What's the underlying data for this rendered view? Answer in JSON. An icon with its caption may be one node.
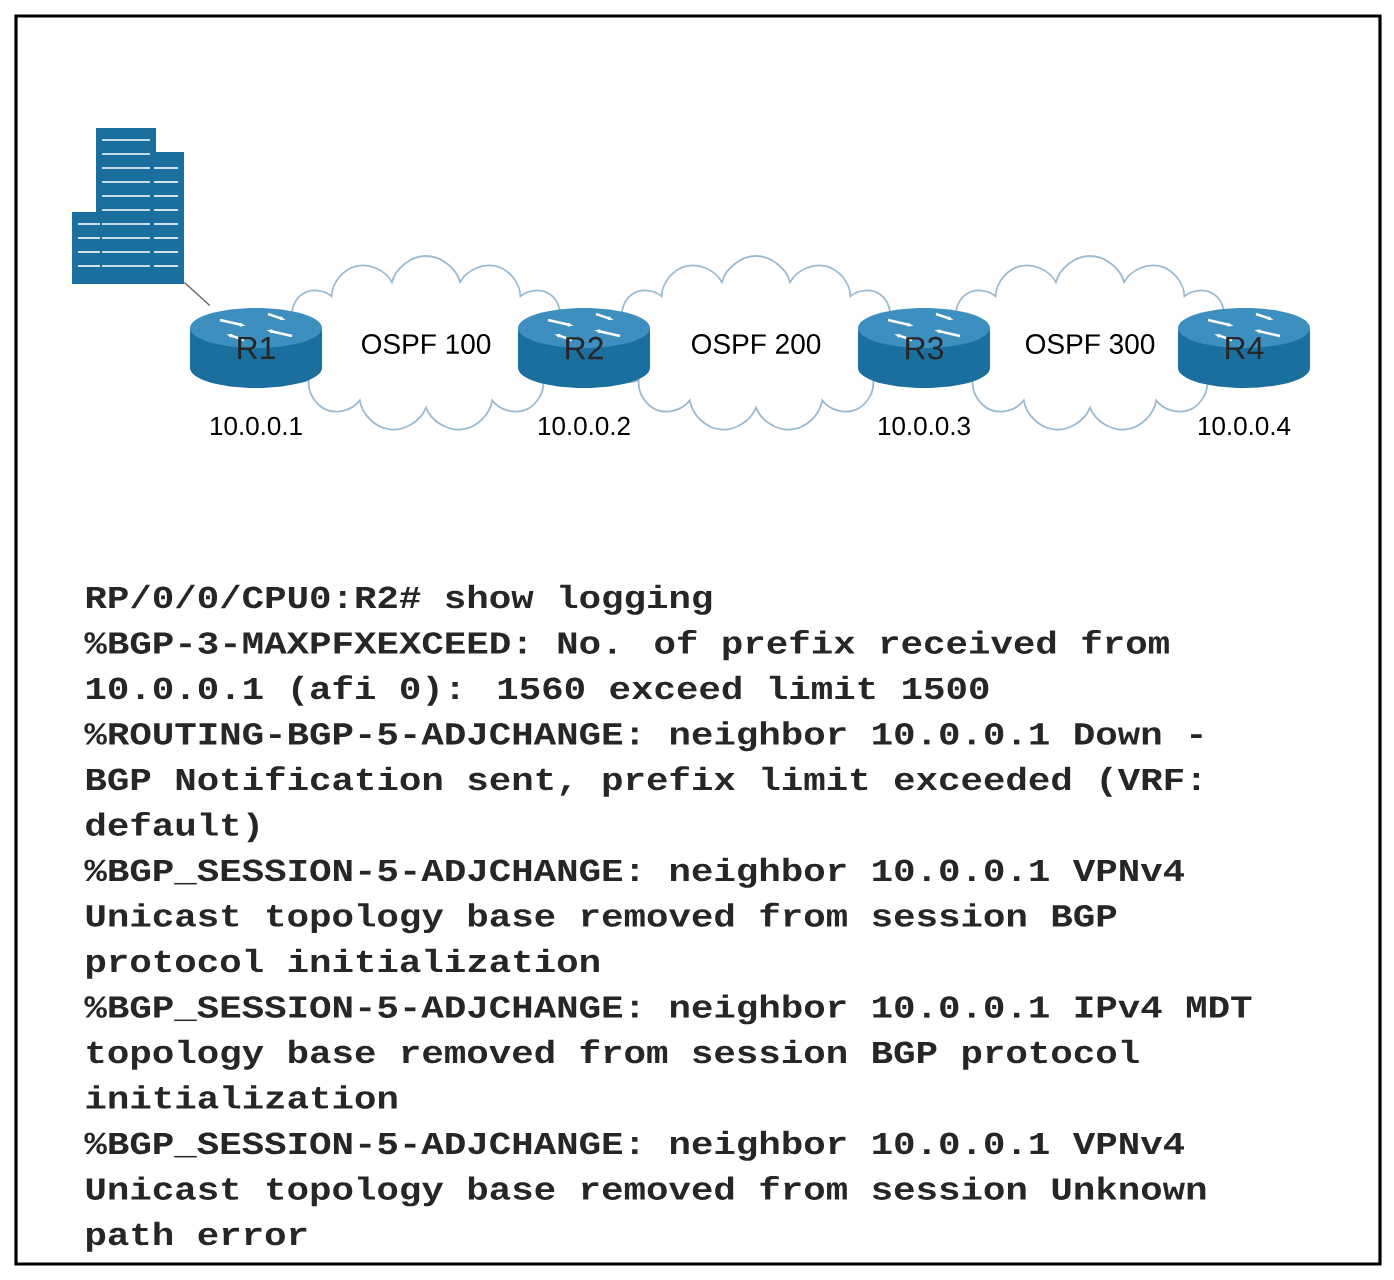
{
  "diagram": {
    "nodes": [
      {
        "text": [],
        "shape": "picture"
      },
      {
        "text": [
          "R1"
        ]
      },
      {
        "text": [
          "R2"
        ]
      },
      {
        "text": [
          "R3"
        ]
      },
      {
        "text": [
          "R4"
        ]
      },
      {
        "text": [
          "OSPF 100"
        ]
      },
      {
        "text": [
          "OSPF 200"
        ]
      },
      {
        "text": [
          "OSPF 300"
        ]
      }
    ],
    "edges": [
      {
        "from": 0,
        "to": 1,
        "arrow": "none"
      }
    ],
    "labels": [
      "10.0.0.1",
      "10.0.0.2",
      "10.0.0.3",
      "10.0.0.4",
      "RP/0/0/CPU0:R2# show logging",
      "%BGP-3-MAXPFXEXCEED: No. of prefix received from",
      "10.0.0.1 (afi 0): 1560 exceed limit 1500",
      "%ROUTING-BGP-5-ADJCHANGE: neighbor 10.0.0.1 Down -",
      "BGP Notification sent, prefix limit exceeded (VRF:",
      "default)",
      "%BGP_SESSION-5-ADJCHANGE: neighbor 10.0.0.1 VPNv4",
      "Unicast topology base removed from session BGP",
      "protocol initialization",
      "%BGP_SESSION-5-ADJCHANGE: neighbor 10.0.0.1 IPv4 MDT",
      "topology base removed from session BGP protocol",
      "initialization",
      "%BGP_SESSION-5-ADJCHANGE: neighbor 10.0.0.1 VPNv4",
      "Unicast topology base removed from session Unknown",
      "path error"
    ]
  }
}
